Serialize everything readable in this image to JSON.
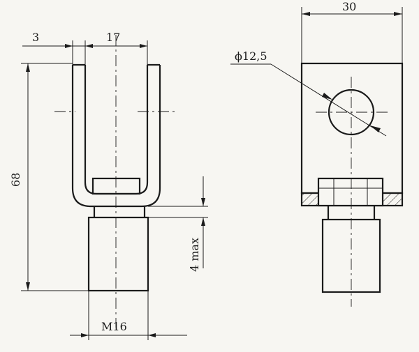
{
  "dimensions": {
    "d_3": "3",
    "d_17": "17",
    "d_68": "68",
    "d_4max": "4 max",
    "d_m16": "M16",
    "d_30": "30",
    "d_dia": "ϕ12,5"
  }
}
